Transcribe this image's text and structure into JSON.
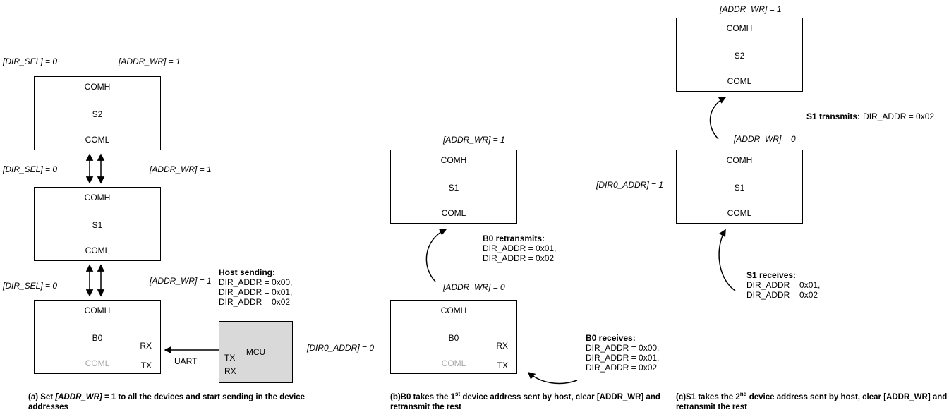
{
  "colors": {
    "background": "#ffffff",
    "box_border": "#000000",
    "mcu_fill": "#d9d9d9",
    "coml_muted_text": "#a8a8a8",
    "text": "#000000"
  },
  "shared": {
    "comh": "COMH",
    "coml": "COML",
    "rx": "RX",
    "tx": "TX"
  },
  "panel_a": {
    "dir_sel_label": "[DIR_SEL] = 0",
    "addr_wr_label": "[ADDR_WR] = 1",
    "devices": {
      "s2": "S2",
      "s1": "S1",
      "b0": "B0"
    },
    "mcu_label": "MCU",
    "mcu_tx": "TX",
    "mcu_rx": "RX",
    "uart_label": "UART",
    "host_sending": {
      "title": "Host sending:",
      "line1": "DIR_ADDR = 0x00,",
      "line2": "DIR_ADDR = 0x01,",
      "line3": "DIR_ADDR = 0x02"
    },
    "caption": {
      "pre": "(a) Set ",
      "emph": "[ADDR_WR]",
      "post": " = 1 to all the devices and start sending in the device addresses"
    }
  },
  "panel_b": {
    "addr_wr_s1": "[ADDR_WR] = 1",
    "addr_wr_b0": "[ADDR_WR] = 0",
    "dir0_addr_b0": "[DIR0_ADDR] = 0",
    "devices": {
      "s1": "S1",
      "b0": "B0"
    },
    "retransmit": {
      "title": "B0 retransmits:",
      "line1": "DIR_ADDR = 0x01,",
      "line2": "DIR_ADDR = 0x02"
    },
    "receive": {
      "title": "B0 receives:",
      "line1": "DIR_ADDR = 0x00,",
      "line2": "DIR_ADDR = 0x01,",
      "line3": "DIR_ADDR = 0x02"
    },
    "caption": {
      "pre": "(b)B0 takes the 1",
      "sup": "st",
      "post": " device address sent by host, clear [ADDR_WR] and retransmit the rest"
    }
  },
  "panel_c": {
    "addr_wr_s2": "[ADDR_WR] = 1",
    "addr_wr_s1": "[ADDR_WR] = 0",
    "dir0_addr_s1": "[DIR0_ADDR] = 1",
    "devices": {
      "s2": "S2",
      "s1": "S1"
    },
    "transmit": {
      "title": "S1 transmits:",
      "value": "DIR_ADDR = 0x02"
    },
    "receive": {
      "title": "S1 receives:",
      "line1": "DIR_ADDR = 0x01,",
      "line2": "DIR_ADDR = 0x02"
    },
    "caption": {
      "pre": "(c)S1 takes the 2",
      "sup": "nd",
      "post": " device address sent by host, clear [ADDR_WR] and retransmit the rest"
    }
  }
}
